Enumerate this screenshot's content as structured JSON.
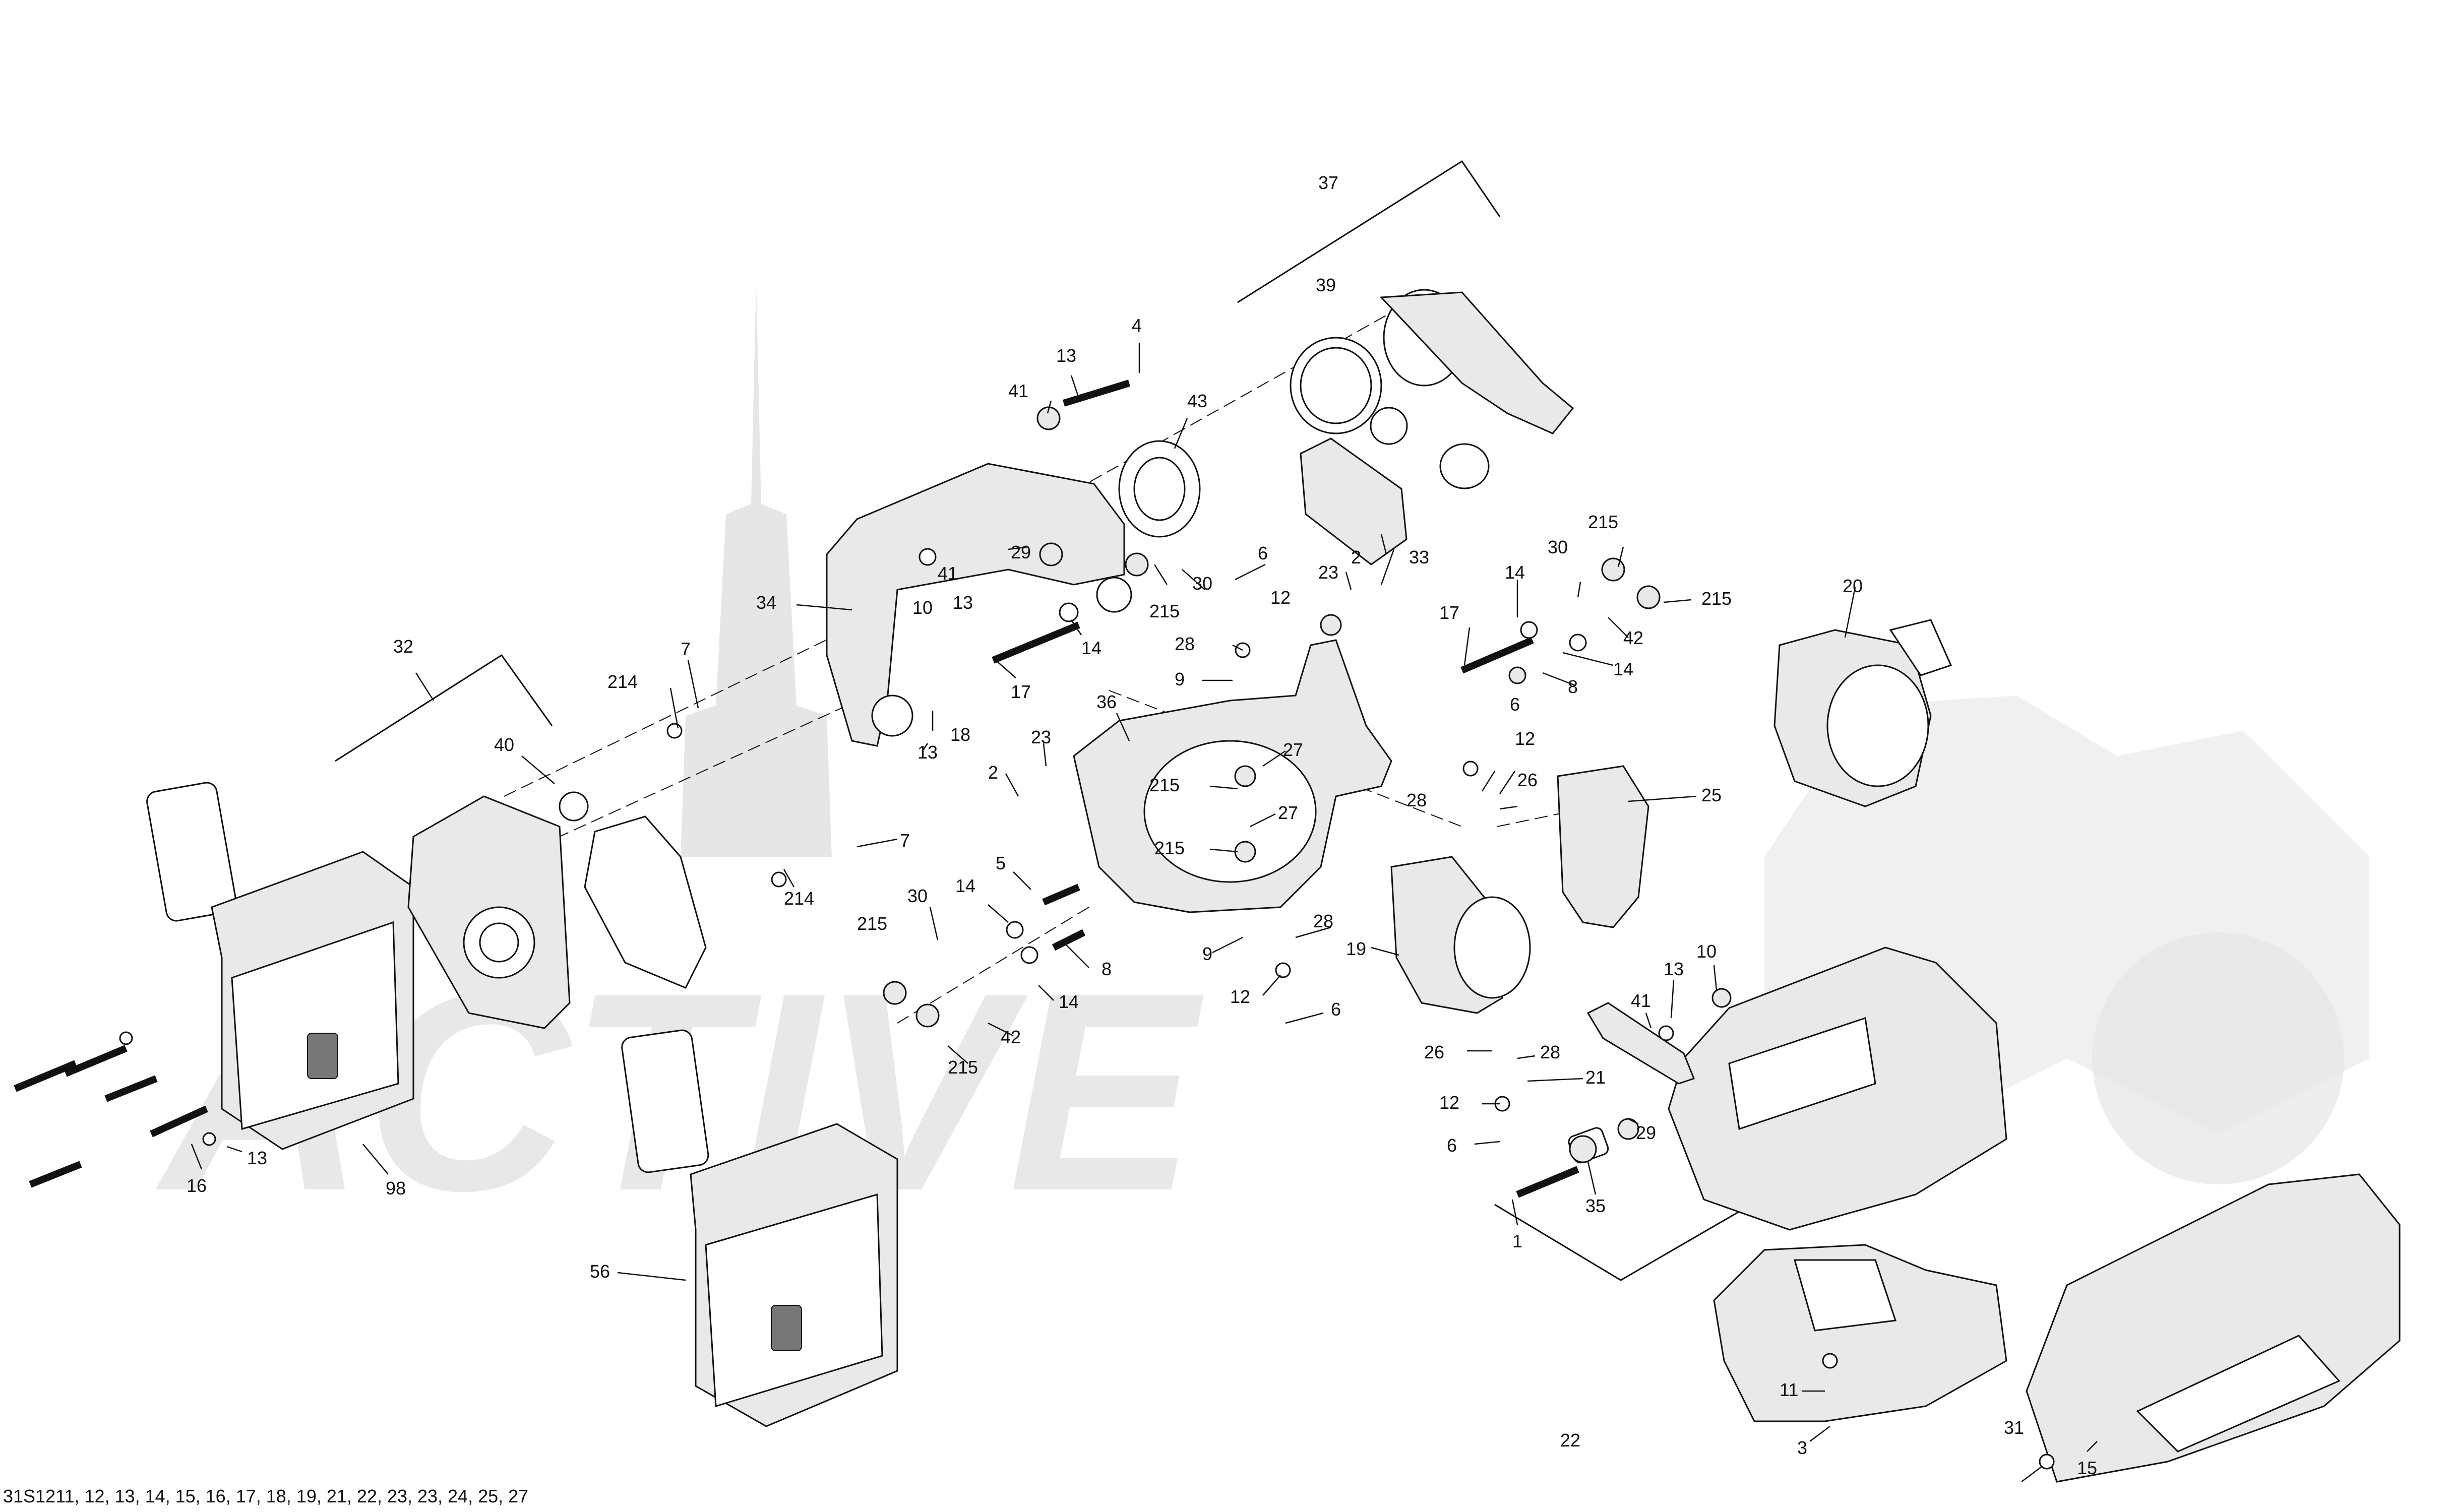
{
  "diagram_code": "31S1211, 12, 13, 14, 15, 16, 17, 18, 19, 21, 22, 23, 23, 24, 25, 27",
  "watermark_text": "ACTIVE",
  "callouts": {
    "c37": "37",
    "c39": "39",
    "c4": "4",
    "c13a": "13",
    "c43": "43",
    "c41a": "41",
    "c215a": "215",
    "c30a": "30",
    "c29a": "29",
    "c6a": "6",
    "c23a": "23",
    "c2a": "2",
    "c33": "33",
    "c10a": "10",
    "c13b": "13",
    "c41b": "41",
    "c215b": "215",
    "c30b": "30",
    "c12a": "12",
    "c34": "34",
    "c14a": "14",
    "c28a": "28",
    "c9a": "9",
    "c17a": "17",
    "c17b": "17",
    "c14b": "14",
    "c215c": "215",
    "c42a": "42",
    "c8a": "8",
    "c14c": "14",
    "c20": "20",
    "c32": "32",
    "c7a": "7",
    "c214a": "214",
    "c36": "36",
    "c23b": "23",
    "c18": "18",
    "c13c": "13",
    "c40": "40",
    "c2b": "2",
    "c27a": "27",
    "c215d": "215",
    "c6b": "6",
    "c12b": "12",
    "c26a": "26",
    "c25": "25",
    "c28b": "28",
    "c27b": "27",
    "c215e": "215",
    "c7b": "7",
    "c214b": "214",
    "c5": "5",
    "c30c": "30",
    "c14d": "14",
    "c215f": "215",
    "c8b": "8",
    "c14e": "14",
    "c42b": "42",
    "c215g": "215",
    "c9b": "9",
    "c28c": "28",
    "c12c": "12",
    "c6c": "6",
    "c19": "19",
    "c13d": "13",
    "c10b": "10",
    "c41c": "41",
    "c26b": "26",
    "c28d": "28",
    "c21": "21",
    "c12d": "12",
    "c6d": "6",
    "c29b": "29",
    "c35": "35",
    "c1": "1",
    "c13e": "13",
    "c16": "16",
    "c98": "98",
    "c56": "56",
    "c22": "22",
    "c11": "11",
    "c3": "3",
    "c31": "31",
    "c15": "15"
  },
  "icons": [
    "actuator-motor-icon",
    "gearbox-housing-icon",
    "bracket-arm-icon",
    "bolt-icon",
    "washer-icon",
    "nut-icon",
    "seal-ring-icon",
    "heat-shield-icon",
    "muffler-cover-icon"
  ]
}
